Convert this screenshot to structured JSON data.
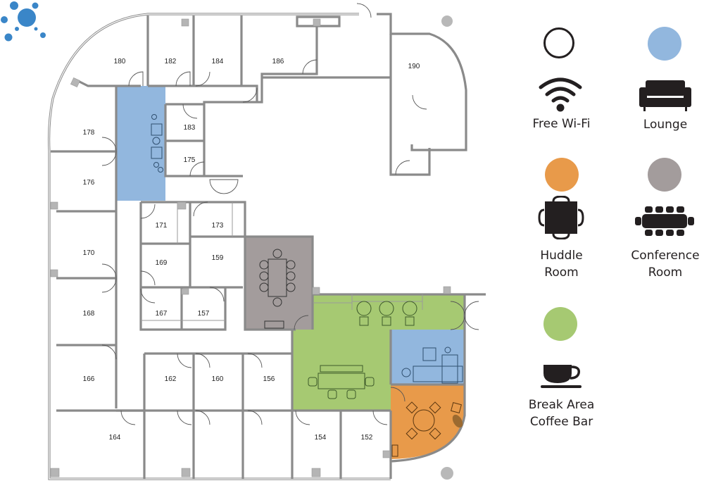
{
  "logo": {
    "name": "bubble-logo",
    "color": "#3a86c8"
  },
  "colors": {
    "lounge": "#92b7de",
    "huddle": "#e89a4a",
    "conference": "#a39c9c",
    "break_area": "#a6c972",
    "wall": "#8a8a8a",
    "column": "#b5b5b5",
    "marker_gray": "#b8b8b8"
  },
  "rooms": [
    {
      "id": "180",
      "label": "180"
    },
    {
      "id": "182",
      "label": "182"
    },
    {
      "id": "184",
      "label": "184"
    },
    {
      "id": "186",
      "label": "186"
    },
    {
      "id": "190",
      "label": "190"
    },
    {
      "id": "178",
      "label": "178"
    },
    {
      "id": "183",
      "label": "183"
    },
    {
      "id": "175",
      "label": "175"
    },
    {
      "id": "176",
      "label": "176"
    },
    {
      "id": "171",
      "label": "171"
    },
    {
      "id": "173",
      "label": "173"
    },
    {
      "id": "170",
      "label": "170"
    },
    {
      "id": "169",
      "label": "169"
    },
    {
      "id": "159",
      "label": "159"
    },
    {
      "id": "168",
      "label": "168"
    },
    {
      "id": "167",
      "label": "167"
    },
    {
      "id": "157",
      "label": "157"
    },
    {
      "id": "166",
      "label": "166"
    },
    {
      "id": "162",
      "label": "162"
    },
    {
      "id": "160",
      "label": "160"
    },
    {
      "id": "156",
      "label": "156"
    },
    {
      "id": "164",
      "label": "164"
    },
    {
      "id": "154",
      "label": "154"
    },
    {
      "id": "152",
      "label": "152"
    }
  ],
  "legend": {
    "wifi": {
      "label": "Free Wi-Fi",
      "icon": "wifi-icon",
      "swatch": "outline-circle"
    },
    "lounge": {
      "label": "Lounge",
      "icon": "sofa-icon",
      "swatch": "#92b7de"
    },
    "huddle": {
      "label_line1": "Huddle",
      "label_line2": "Room",
      "icon": "huddle-table-icon",
      "swatch": "#e89a4a"
    },
    "conference": {
      "label_line1": "Conference",
      "label_line2": "Room",
      "icon": "conference-table-icon",
      "swatch": "#a39c9c"
    },
    "break": {
      "label_line1": "Break Area",
      "label_line2": "Coffee Bar",
      "icon": "coffee-cup-icon",
      "swatch": "#a6c972"
    }
  }
}
